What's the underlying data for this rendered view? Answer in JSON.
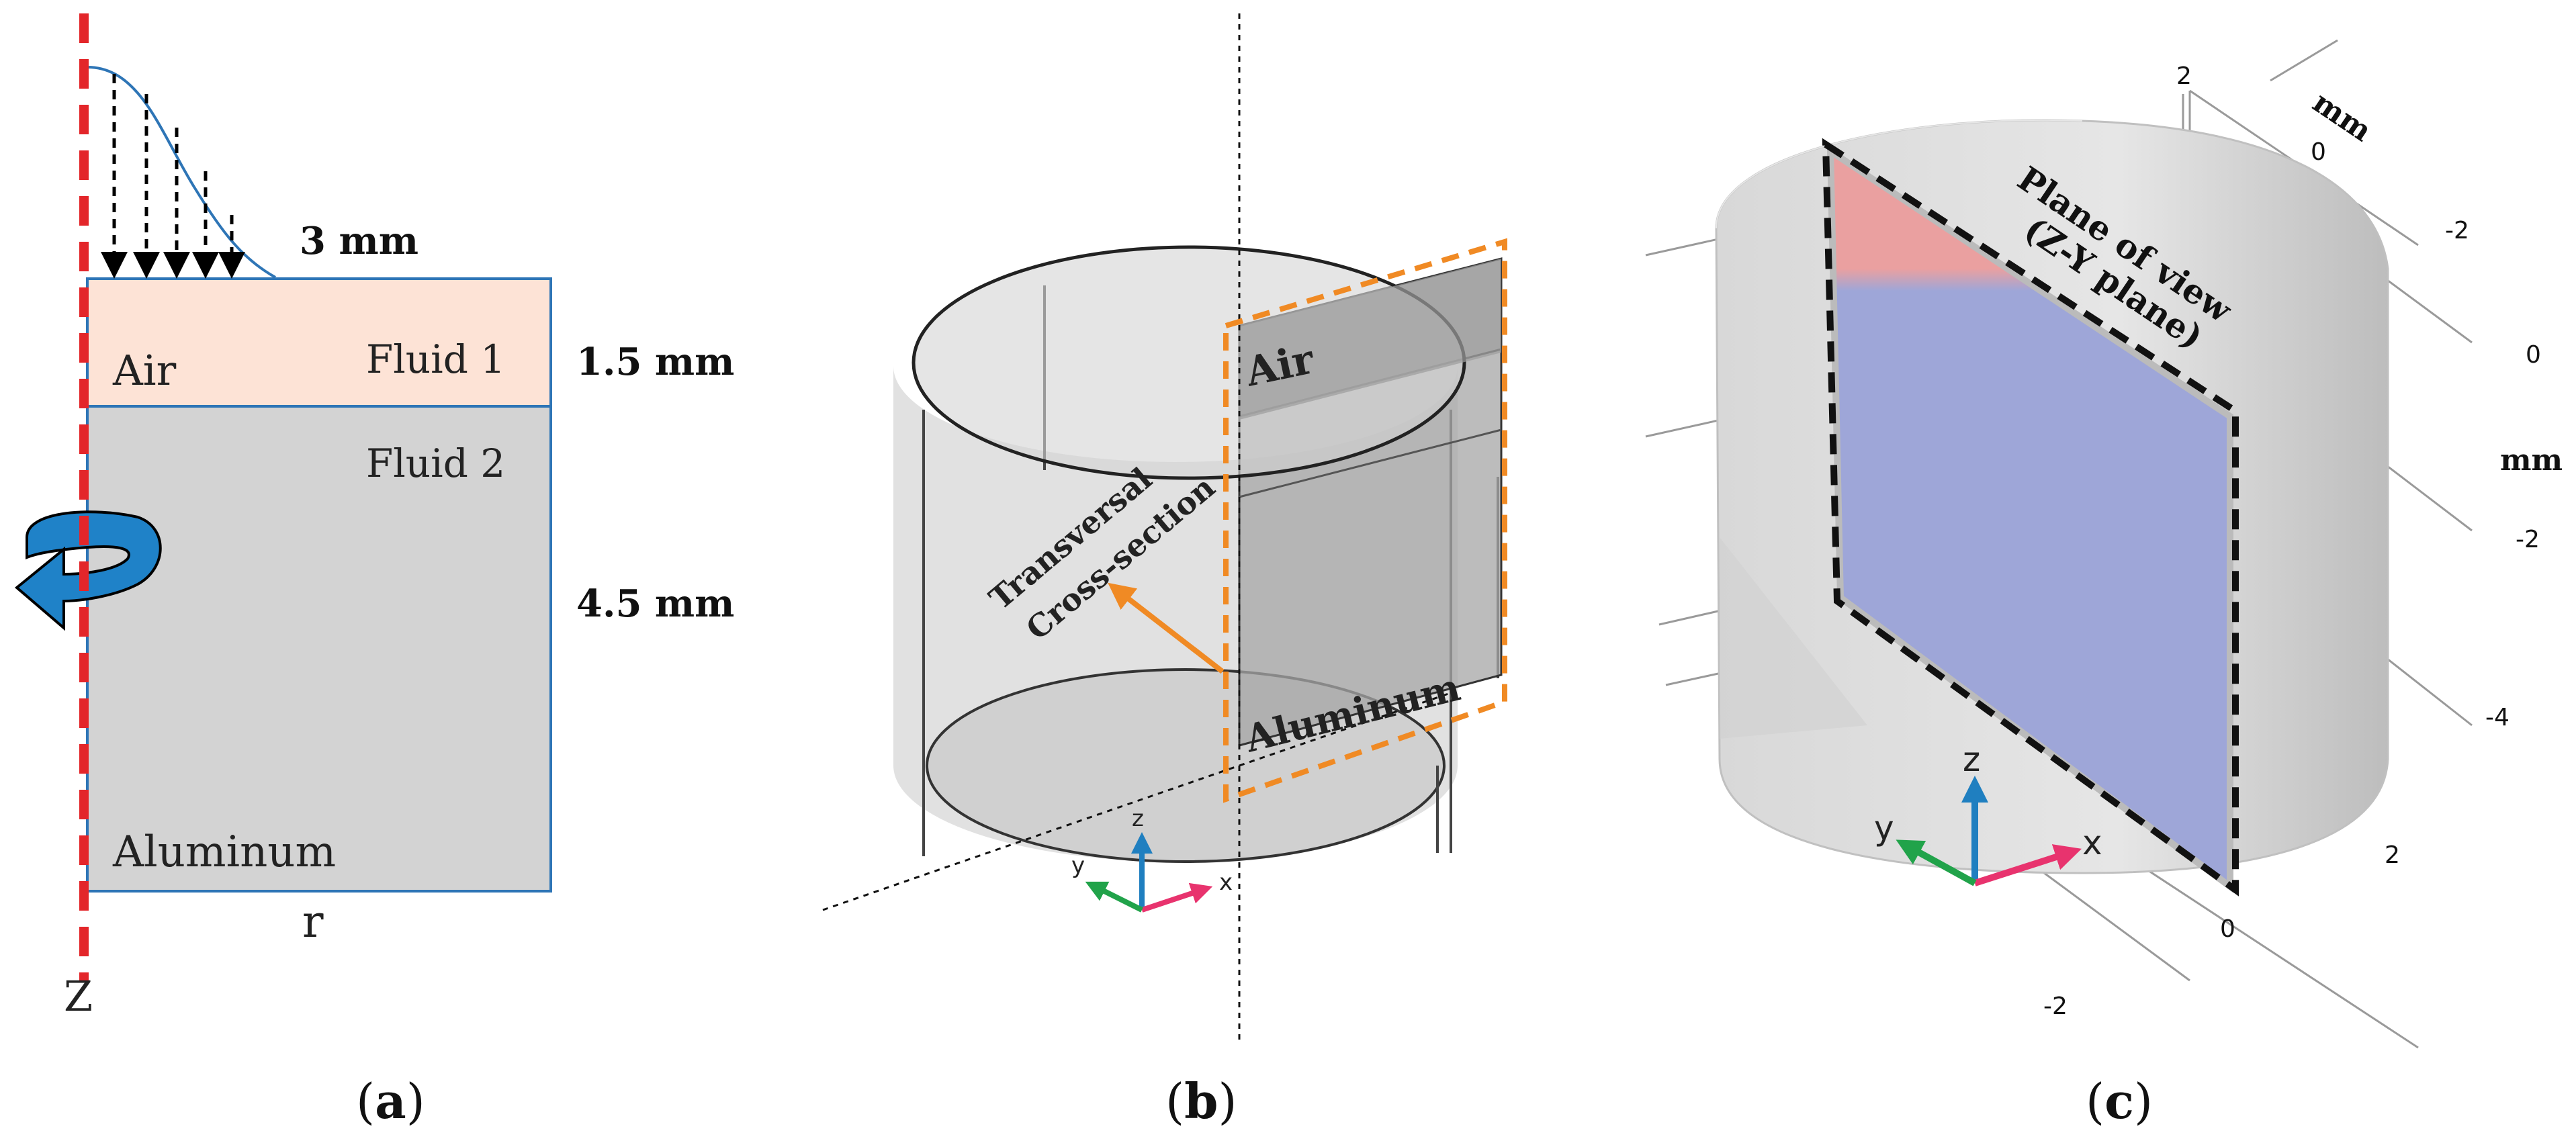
{
  "panel_a": {
    "label_prefix": "(",
    "label": "a",
    "label_suffix": ")",
    "dim_top": "3 mm",
    "dim_fluid1": "1.5 mm",
    "dim_fluid2": "4.5 mm",
    "air": "Air",
    "fluid1": "Fluid 1",
    "fluid2": "Fluid 2",
    "aluminum": "Aluminum",
    "r_axis": "r",
    "z_axis": "Z",
    "colors": {
      "axis": "#e3262a",
      "air_layer": "#fde3d6",
      "aluminum_layer": "#d3d3d3",
      "outline": "#2e75b6",
      "arrow": "#1f82c8"
    }
  },
  "panel_b": {
    "label_prefix": "(",
    "label": "b",
    "label_suffix": ")",
    "air": "Air",
    "aluminum": "Aluminum",
    "section_line1": "Transversal",
    "section_line2": "Cross-section",
    "axis_z": "z",
    "axis_y": "y",
    "axis_x": "x",
    "colors": {
      "section_frame": "#f08a24",
      "section_arrow": "#f08a24"
    }
  },
  "panel_c": {
    "label_prefix": "(",
    "label": "c",
    "label_suffix": ")",
    "plane_line1": "Plane of view",
    "plane_line2": "(Z-Y plane)",
    "unit_top": "mm",
    "unit_right": "mm",
    "ticks_top": [
      "2",
      "0"
    ],
    "ticks_right": [
      "-2",
      "0",
      "-2",
      "-4"
    ],
    "ticks_bottom": [
      "2",
      "0",
      "-2"
    ],
    "axis_z": "z",
    "axis_y": "y",
    "axis_x": "x",
    "colors": {
      "plane": "#9fa6d8",
      "plane_top": "#e9a3a3",
      "frame": "#111111",
      "x_arrow": "#e8336e",
      "y_arrow": "#21a34a",
      "z_arrow": "#1f7fc0"
    }
  }
}
